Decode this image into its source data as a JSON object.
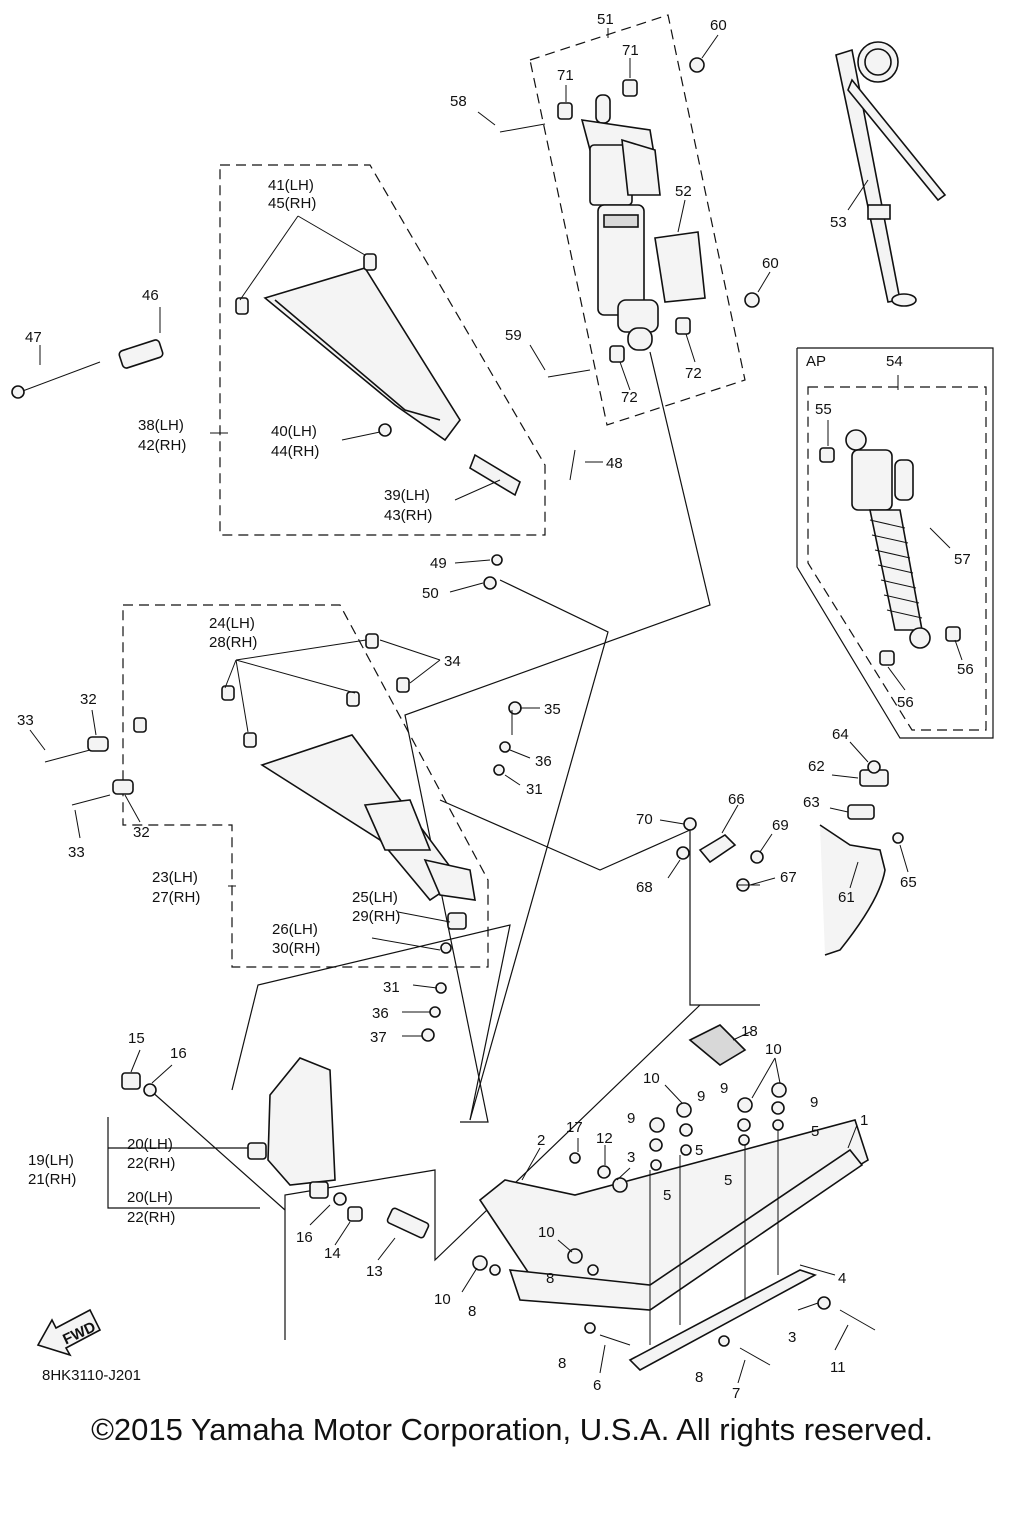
{
  "diagram_code": "8HK3110-J201",
  "copyright": "©2015 Yamaha Motor Corporation, U.S.A. All rights reserved.",
  "fwd_label": "FWD",
  "ap_label": "AP",
  "callouts": {
    "c1": "1",
    "c2": "2",
    "c3a": "3",
    "c3b": "3",
    "c4": "4",
    "c5a": "5",
    "c5b": "5",
    "c5c": "5",
    "c5d": "5",
    "c6": "6",
    "c7": "7",
    "c8a": "8",
    "c8b": "8",
    "c8c": "8",
    "c8d": "8",
    "c9a": "9",
    "c9b": "9",
    "c9c": "9",
    "c9d": "9",
    "c10a": "10",
    "c10b": "10",
    "c10c": "10",
    "c10d": "10",
    "c11": "11",
    "c12": "12",
    "c13": "13",
    "c14": "14",
    "c15": "15",
    "c16a": "16",
    "c16b": "16",
    "c17": "17",
    "c18": "18",
    "c19": "19(LH)",
    "c21": "21(RH)",
    "c20a": "20(LH)",
    "c22a": "22(RH)",
    "c20b": "20(LH)",
    "c22b": "22(RH)",
    "c23": "23(LH)",
    "c27": "27(RH)",
    "c24": "24(LH)",
    "c28": "28(RH)",
    "c25": "25(LH)",
    "c29": "29(RH)",
    "c26": "26(LH)",
    "c30": "30(RH)",
    "c31a": "31",
    "c31b": "31",
    "c32a": "32",
    "c32b": "32",
    "c33a": "33",
    "c33b": "33",
    "c34": "34",
    "c35": "35",
    "c36a": "36",
    "c36b": "36",
    "c37": "37",
    "c38": "38(LH)",
    "c42": "42(RH)",
    "c39": "39(LH)",
    "c43": "43(RH)",
    "c40": "40(LH)",
    "c44": "44(RH)",
    "c41": "41(LH)",
    "c45": "45(RH)",
    "c46": "46",
    "c47": "47",
    "c48": "48",
    "c49": "49",
    "c50": "50",
    "c51": "51",
    "c52": "52",
    "c53": "53",
    "c54": "54",
    "c55": "55",
    "c56a": "56",
    "c56b": "56",
    "c57": "57",
    "c58": "58",
    "c59": "59",
    "c60a": "60",
    "c60b": "60",
    "c61": "61",
    "c62": "62",
    "c63": "63",
    "c64": "64",
    "c65": "65",
    "c66": "66",
    "c67": "67",
    "c68": "68",
    "c69": "69",
    "c70": "70",
    "c71a": "71",
    "c71b": "71",
    "c72a": "72",
    "c72b": "72"
  }
}
